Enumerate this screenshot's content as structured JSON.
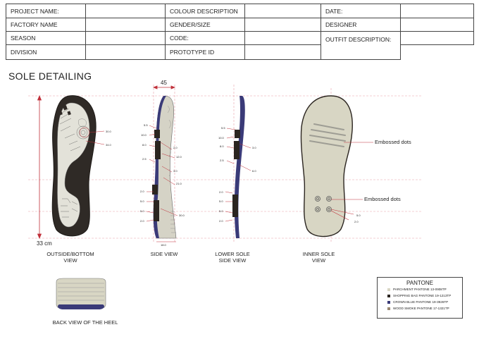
{
  "header": {
    "rows": [
      [
        "PROJECT NAME:",
        "",
        "COLOUR DESCRIPTION",
        "",
        "DATE:",
        ""
      ],
      [
        "FACTORY NAME",
        "",
        "GENDER/SIZE",
        "",
        "DESIGNER",
        ""
      ],
      [
        "SEASON",
        "",
        "CODE:",
        "",
        "OUTFIT DESCRIPTION:",
        ""
      ],
      [
        "DIVISION",
        "",
        "PROTOTYPE ID",
        "",
        "",
        ""
      ]
    ]
  },
  "section_title": "SOLE DETAILING",
  "dimensions": {
    "width_label": "45",
    "length_label": "33 cm"
  },
  "captions": {
    "outside": "OUTSIDE/BOTTOM\nVIEW",
    "side": "SIDE VIEW",
    "lower": "LOWER SOLE\nSIDE VIEW",
    "inner": "INNER SOLE\nVIEW",
    "heel": "BACK VIEW OF THE HEEL"
  },
  "callouts": {
    "embossed_1": "Embossed dots",
    "embossed_2": "Embossed dots"
  },
  "pantone": {
    "title": "PANTONE",
    "items": [
      {
        "label": "PARCHMENT PANTONE 13-0908TP",
        "color": "#d8d6c4"
      },
      {
        "label": "SHOPPING BAG PANTONE 19-1213TP",
        "color": "#2b2520"
      },
      {
        "label": "CROWN BLUE PANTONE 19-3926TP",
        "color": "#3a3a78"
      },
      {
        "label": "WOOD SMOKE PANTONE 17-1321TP",
        "color": "#9a8872"
      }
    ]
  },
  "small_marks": {
    "outsole": [
      "30.0",
      "34.0"
    ],
    "side": [
      "5.5",
      "10.0",
      "8.0",
      "2.5",
      "2.0",
      "12.0",
      "3.0",
      "21.0",
      "2.0",
      "5.0",
      "5.0",
      "2.0",
      "18.0",
      "30.0"
    ],
    "lower": [
      "5.5",
      "10.0",
      "8.0",
      "2.5",
      "3.0",
      "6.0",
      "2.0",
      "5.0",
      "5.0",
      "2.0"
    ],
    "inner": [
      "5.0",
      "2.0"
    ]
  }
}
